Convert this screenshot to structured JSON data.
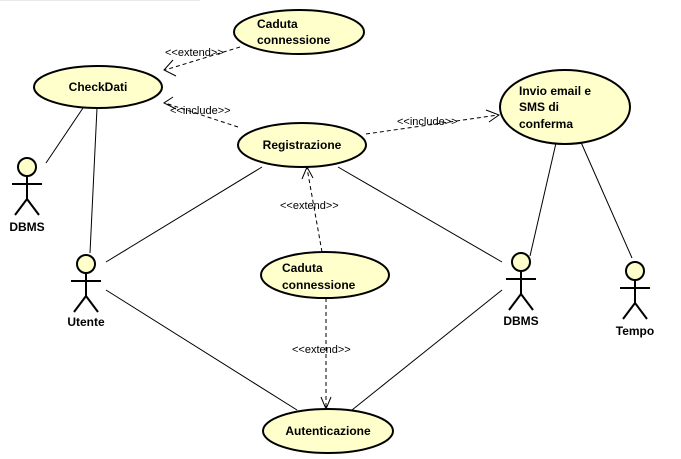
{
  "use_cases": {
    "caduta_top": {
      "line1": "Caduta",
      "line2": "connessione"
    },
    "checkdati": {
      "label": "CheckDati"
    },
    "registrazione": {
      "label": "Registrazione"
    },
    "invio": {
      "line1": "Invio email e",
      "line2": "SMS di",
      "line3": "conferma"
    },
    "caduta_mid": {
      "line1": "Caduta",
      "line2": "connessione"
    },
    "autenticazione": {
      "label": "Autenticazione"
    }
  },
  "actors": {
    "dbms_left": {
      "label": "DBMS"
    },
    "utente": {
      "label": "Utente"
    },
    "dbms_right": {
      "label": "DBMS"
    },
    "tempo": {
      "label": "Tempo"
    }
  },
  "relations": {
    "extend_top": "<<extend>>",
    "include_left": "<<include>>",
    "include_right": "<<include>>",
    "extend_mid": "<<extend>>",
    "extend_bottom": "<<extend>>"
  }
}
